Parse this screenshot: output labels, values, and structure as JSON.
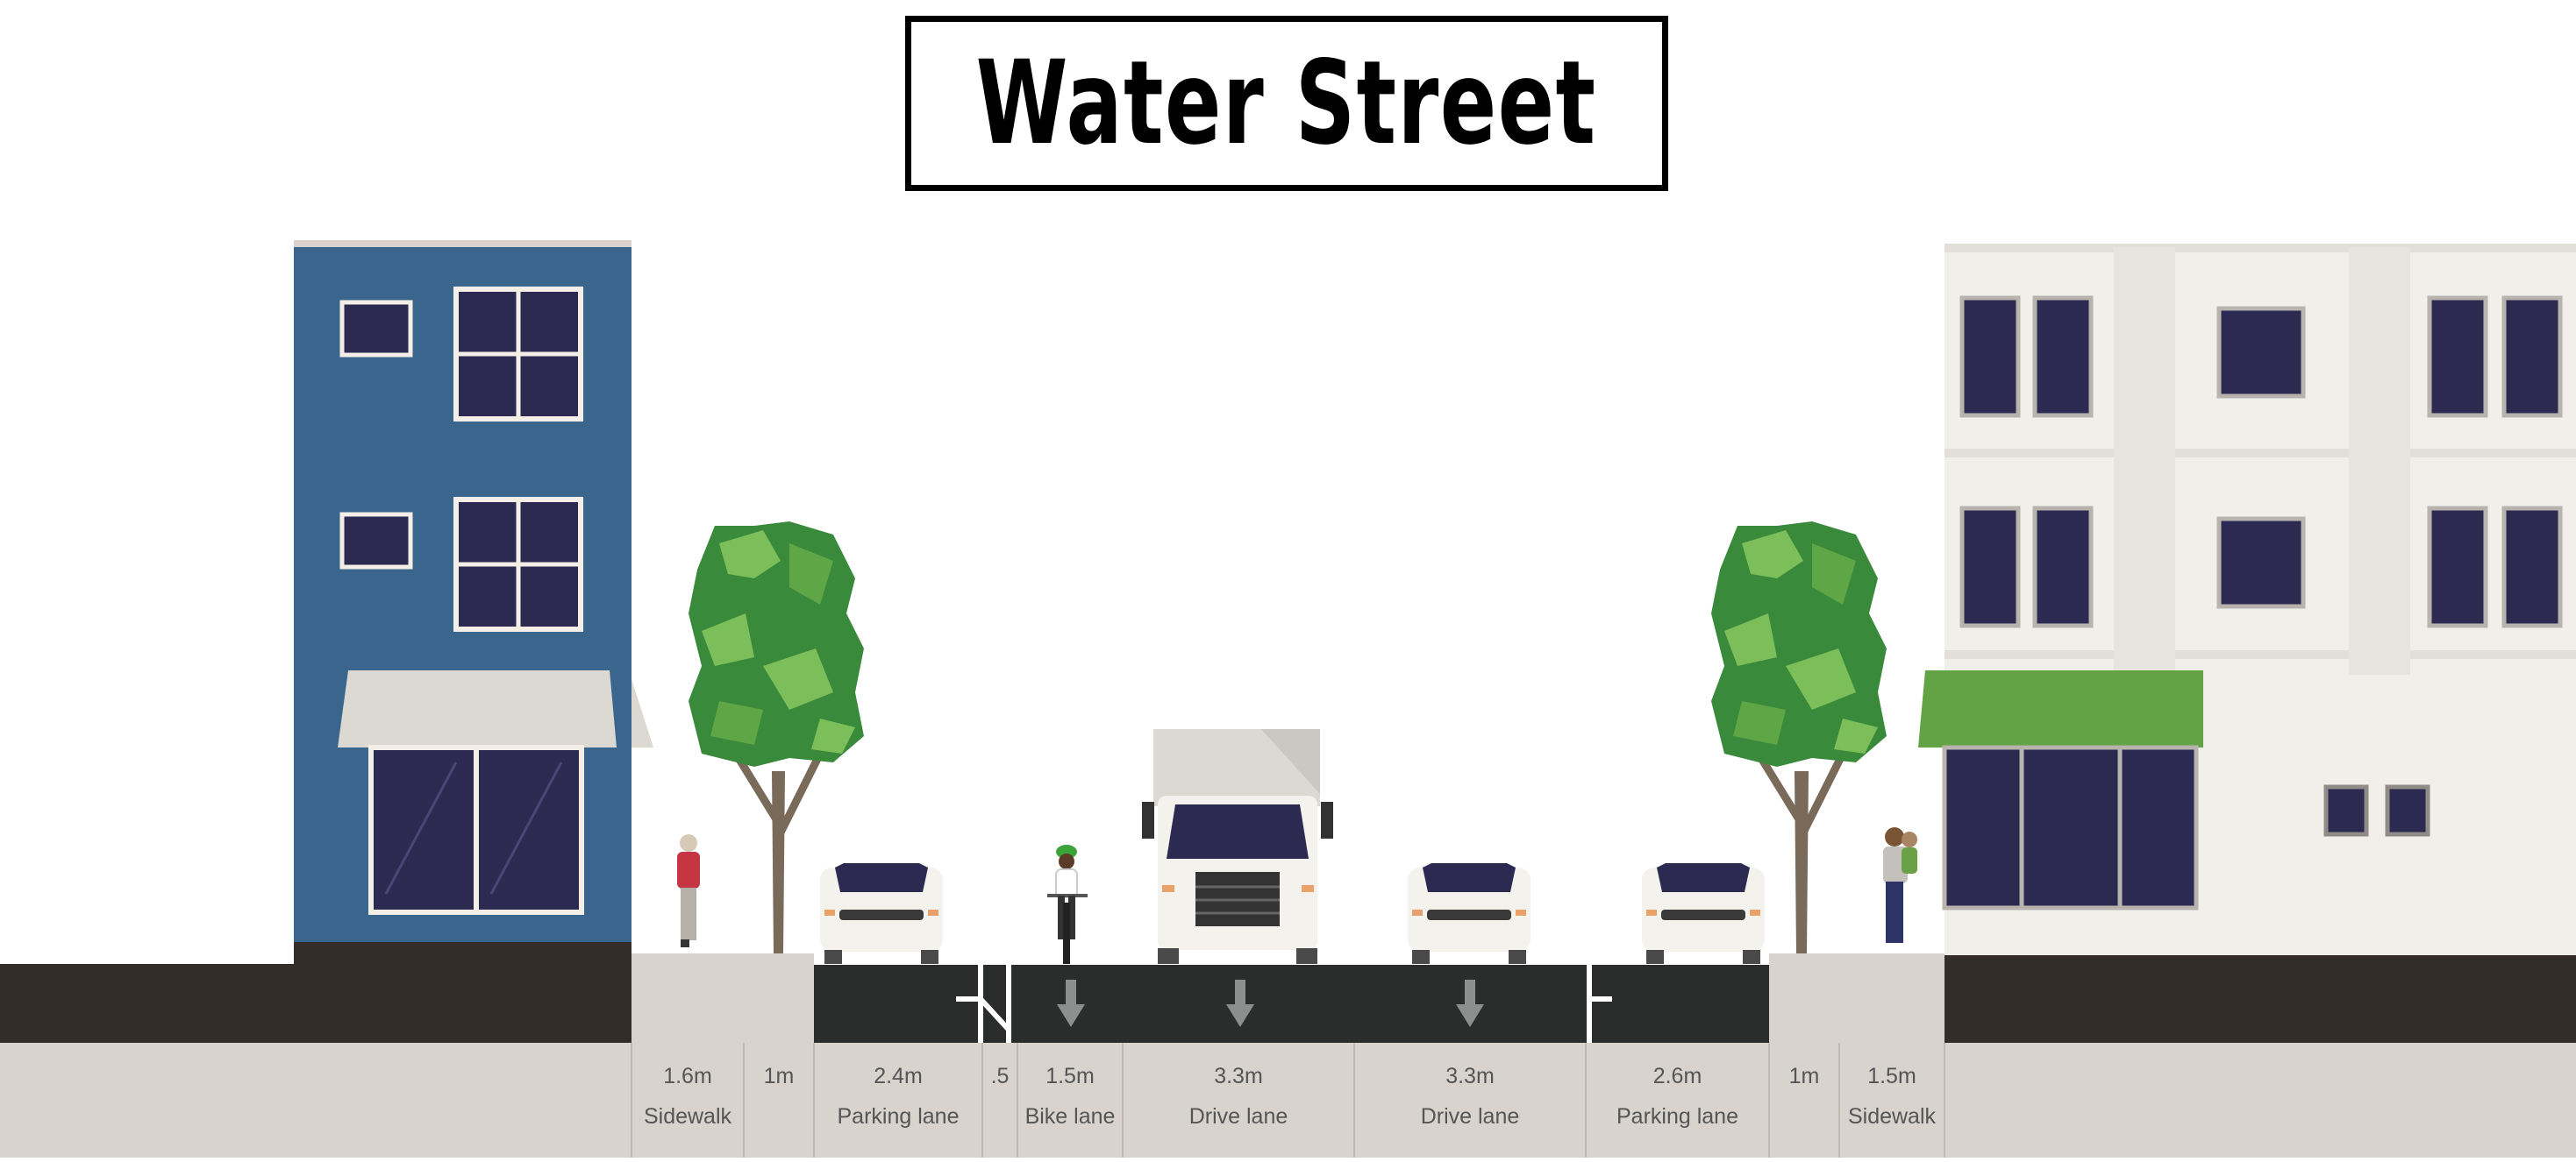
{
  "street": {
    "name": "Water Street"
  },
  "segments": [
    {
      "width": "1.6m",
      "name": "Sidewalk"
    },
    {
      "width": "1m",
      "name": ""
    },
    {
      "width": "2.4m",
      "name": "Parking lane"
    },
    {
      "width": ".5",
      "name": ""
    },
    {
      "width": "1.5m",
      "name": "Bike lane"
    },
    {
      "width": "3.3m",
      "name": "Drive lane"
    },
    {
      "width": "3.3m",
      "name": "Drive lane"
    },
    {
      "width": "2.6m",
      "name": "Parking lane"
    },
    {
      "width": "1m",
      "name": ""
    },
    {
      "width": "1.5m",
      "name": "Sidewalk"
    }
  ],
  "colors": {
    "sky": "#ffffff",
    "ground": "#d8d3cd",
    "asphalt": "#2a2d2b",
    "soil": "#342c27",
    "blue_building": "#3a658c",
    "white_building": "#f1efe9",
    "window": "#2d2a52",
    "awning_green": "#62a345",
    "tree_dark": "#3a8a3c",
    "tree_light": "#7cbf5a",
    "trunk": "#7a6a5a"
  }
}
